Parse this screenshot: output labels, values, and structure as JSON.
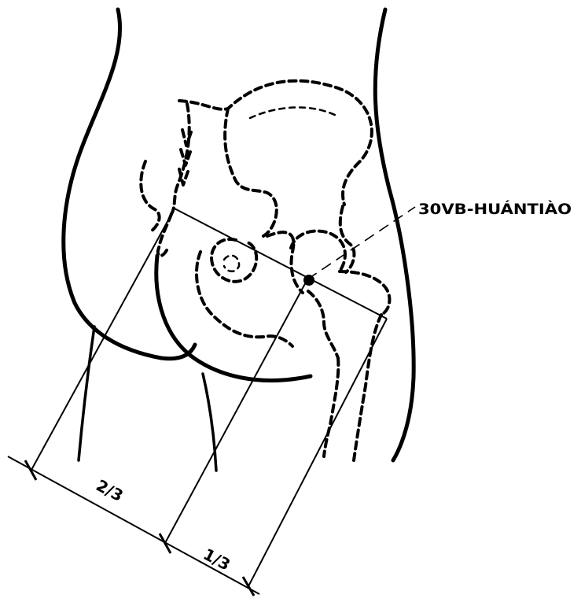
{
  "point_label": "30VB-HUÁNTIÀO",
  "fractions": {
    "upper": "2/3",
    "lower": "1/3"
  },
  "colors": {
    "ink": "#000000",
    "background": "#ffffff"
  }
}
